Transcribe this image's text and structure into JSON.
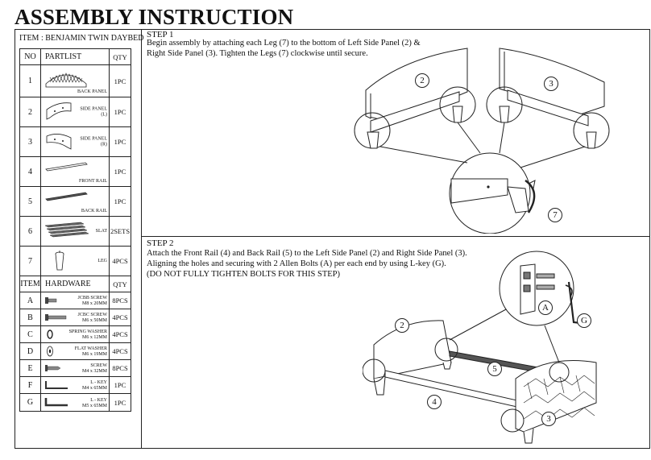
{
  "title": "ASSEMBLY INSTRUCTION",
  "item_name": "ITEM : BENJAMIN TWIN DAYBED",
  "parts_table": {
    "headers": {
      "no": "NO",
      "name": "PARTLIST",
      "qty": "QTY"
    },
    "rows": [
      {
        "no": "1",
        "label": "BACK PANEL",
        "qty": "1PC"
      },
      {
        "no": "2",
        "label": "SIDE PANEL\n(L)",
        "qty": "1PC"
      },
      {
        "no": "3",
        "label": "SIDE PANEL\n(R)",
        "qty": "1PC"
      },
      {
        "no": "4",
        "label": "FRONT RAIL",
        "qty": "1PC"
      },
      {
        "no": "5",
        "label": "BACK RAIL",
        "qty": "1PC"
      },
      {
        "no": "6",
        "label": "SLAT",
        "qty": "2SETS"
      },
      {
        "no": "7",
        "label": "LEG",
        "qty": "4PCS"
      }
    ]
  },
  "hardware_table": {
    "headers": {
      "item": "ITEM",
      "name": "HARDWARE",
      "qty": "QTY"
    },
    "rows": [
      {
        "item": "A",
        "label": "JCBB SCREW\nM8 x 20MM",
        "qty": "8PCS",
        "icon": "screw-icon"
      },
      {
        "item": "B",
        "label": "JCBC SCREW\nM6 x 50MM",
        "qty": "4PCS",
        "icon": "bolt-icon"
      },
      {
        "item": "C",
        "label": "SPRING WASHER\nM6 x 12MM",
        "qty": "4PCS",
        "icon": "spring-washer-icon"
      },
      {
        "item": "D",
        "label": "FLAT WASHER\nM6 x 19MM",
        "qty": "4PCS",
        "icon": "flat-washer-icon"
      },
      {
        "item": "E",
        "label": "SCREW\nM4 x 32MM",
        "qty": "8PCS",
        "icon": "screw-icon"
      },
      {
        "item": "F",
        "label": "L - KEY\nM4 x 65MM",
        "qty": "1PC",
        "icon": "l-key-icon"
      },
      {
        "item": "G",
        "label": "L - KEY\nM5 x 65MM",
        "qty": "1PC",
        "icon": "l-key-icon"
      }
    ]
  },
  "step1": {
    "title": "STEP 1",
    "lines": [
      "Begin assembly by attaching each Leg (7) to the bottom of Left Side Panel (2) &",
      "Right Side Panel (3). Tighten the Legs (7) clockwise until secure."
    ],
    "callouts": [
      "2",
      "3",
      "7"
    ]
  },
  "step2": {
    "title": "STEP 2",
    "lines": [
      "Attach the Front Rail (4) and Back Rail (5) to the Left Side Panel (2) and Right Side Panel (3).",
      "Aligning the holes and securing with 2 Allen Bolts (A) per each end by using L-key (G).",
      "(DO NOT FULLY TIGHTEN BOLTS FOR THIS STEP)"
    ],
    "callouts": [
      "2",
      "5",
      "4",
      "3",
      "A",
      "G"
    ]
  }
}
